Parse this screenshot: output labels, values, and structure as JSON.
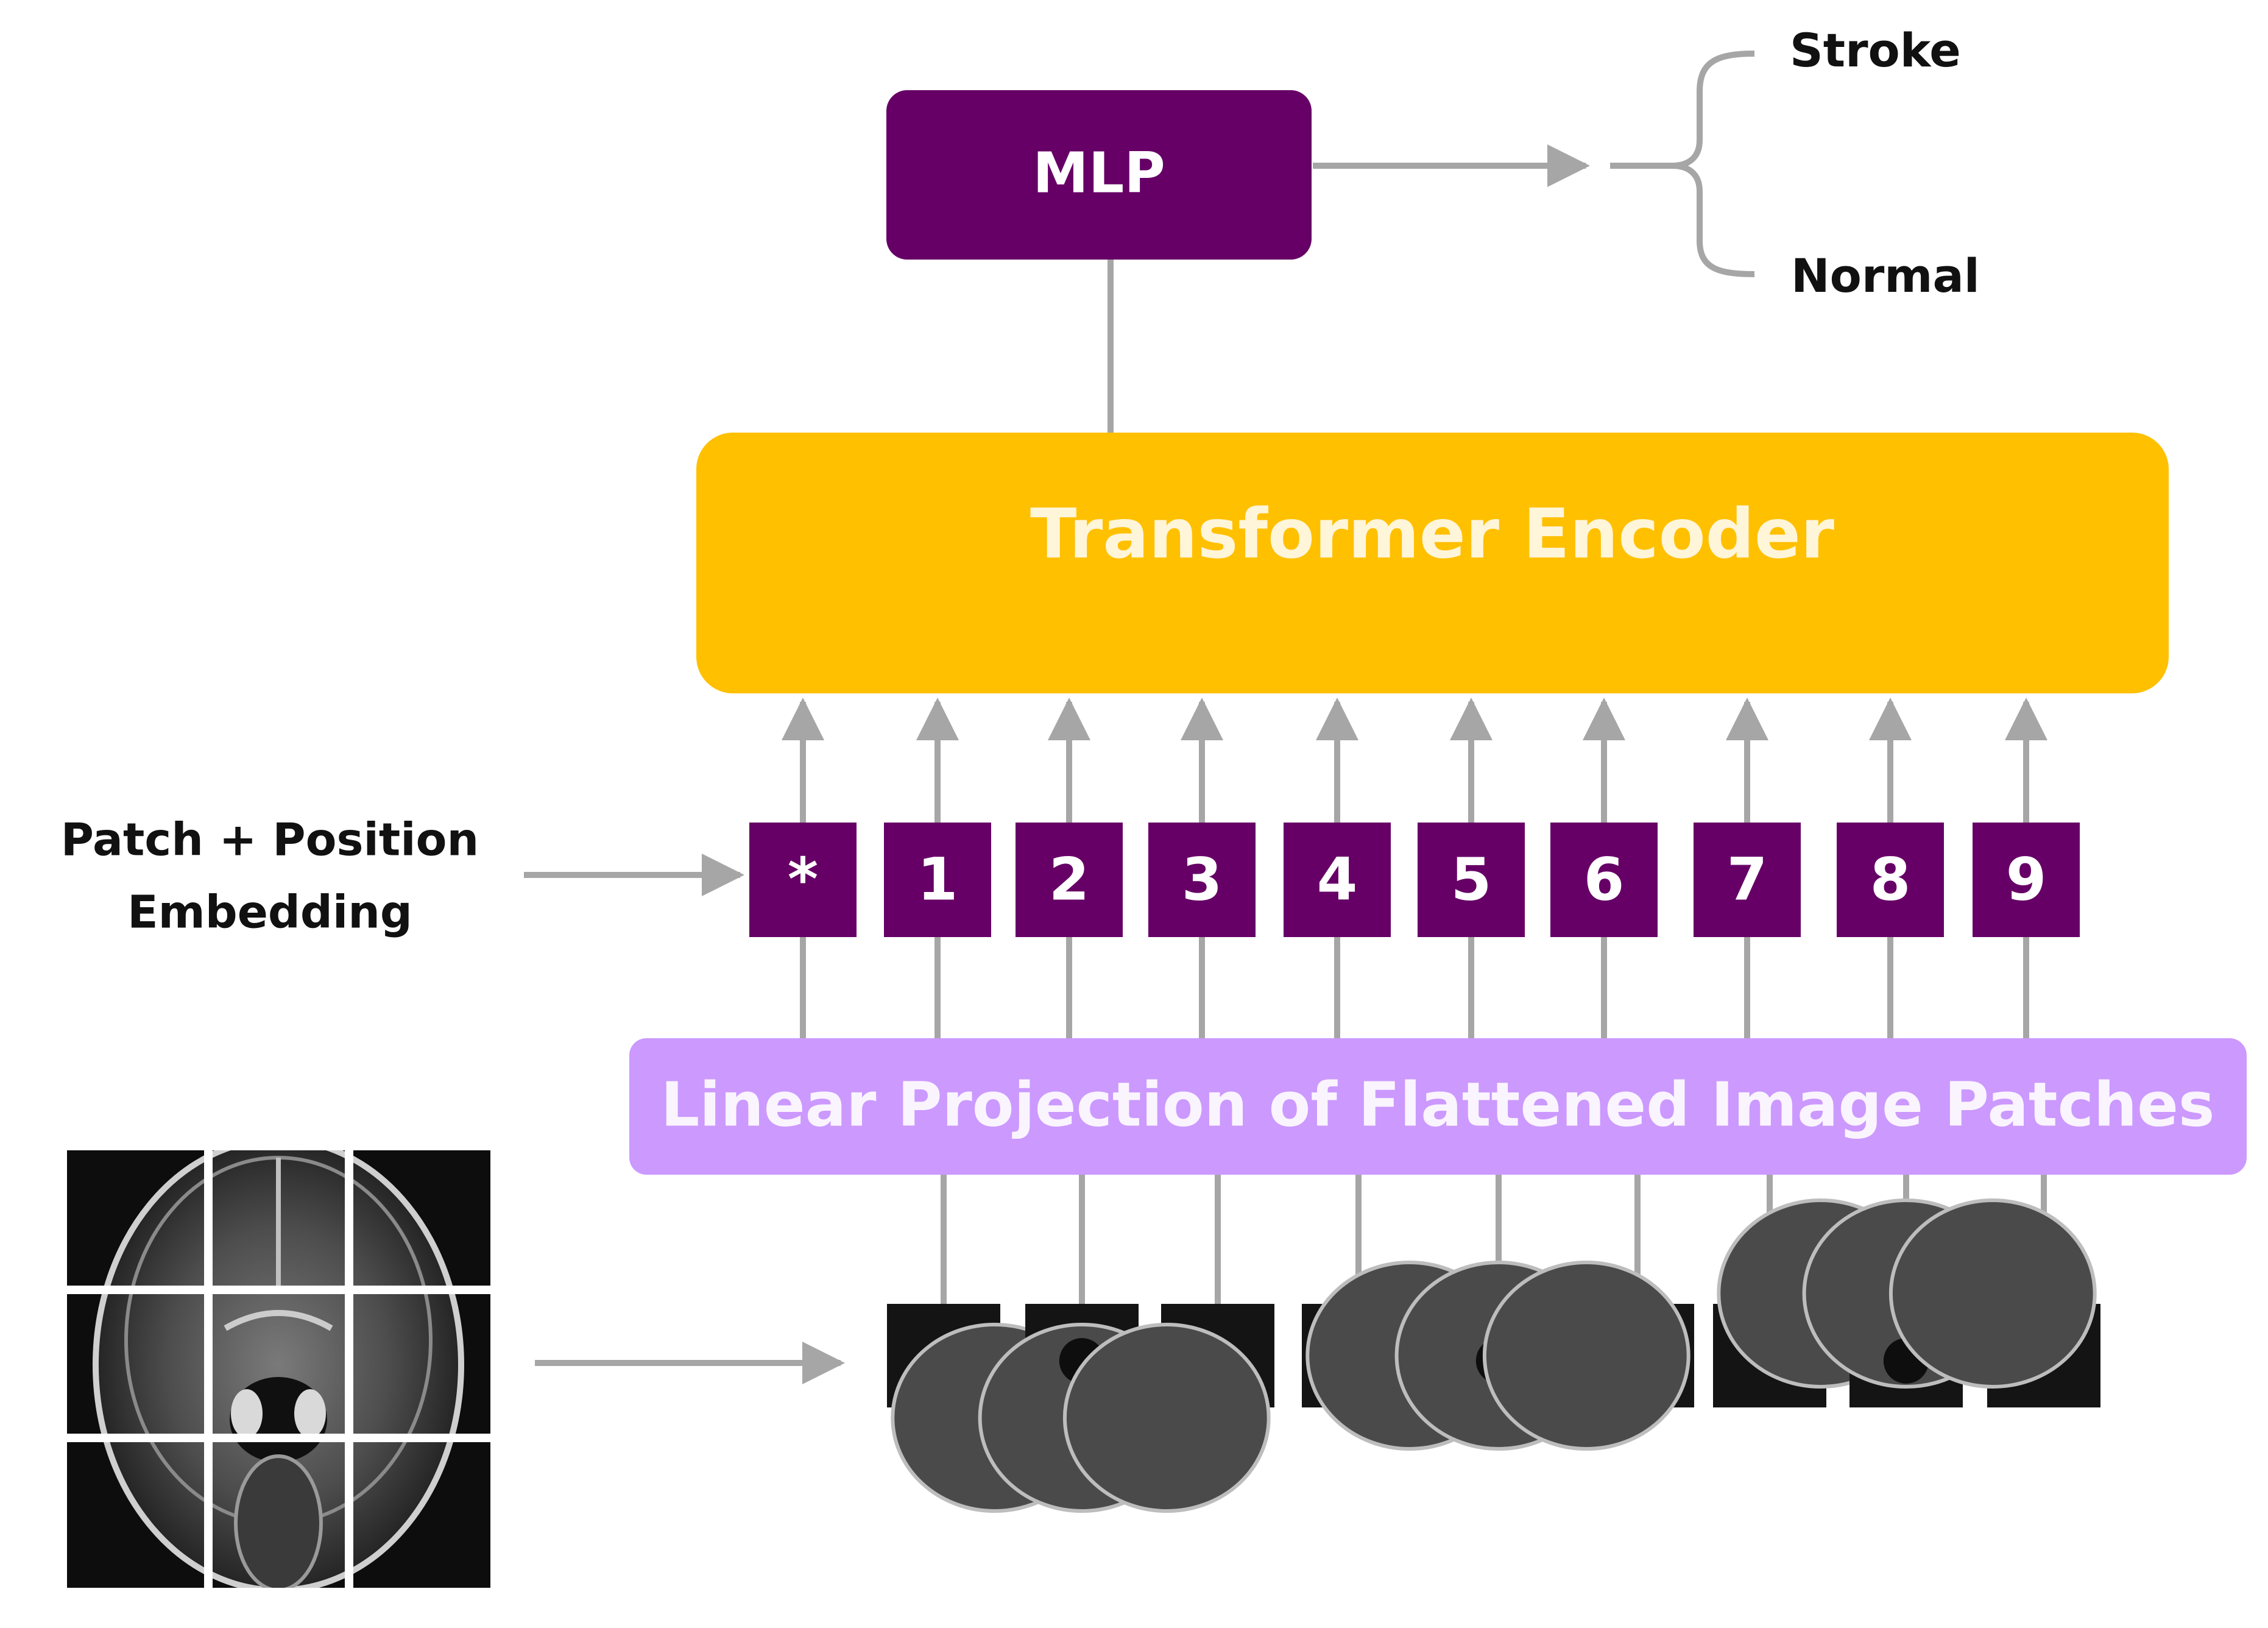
{
  "mlp": {
    "label": "MLP"
  },
  "outputs": {
    "stroke": "Stroke",
    "normal": "Normal"
  },
  "encoder": {
    "label": "Transformer Encoder"
  },
  "embedding": {
    "line1": "Patch + Position",
    "line2": "Embedding"
  },
  "tokens": [
    "*",
    "1",
    "2",
    "3",
    "4",
    "5",
    "6",
    "7",
    "8",
    "9"
  ],
  "projection": {
    "label": "Linear Projection of Flattened Image Patches"
  },
  "patch_count": 9,
  "colors": {
    "purple": "#660066",
    "gold": "#FFC000",
    "lavender": "#CC99FF",
    "arrow": "#A6A6A6",
    "text_dark": "#111111",
    "text_light": "#FFFFFF",
    "text_on_gold": "#FFF5D9",
    "text_on_lavender": "#FAF4FF"
  }
}
